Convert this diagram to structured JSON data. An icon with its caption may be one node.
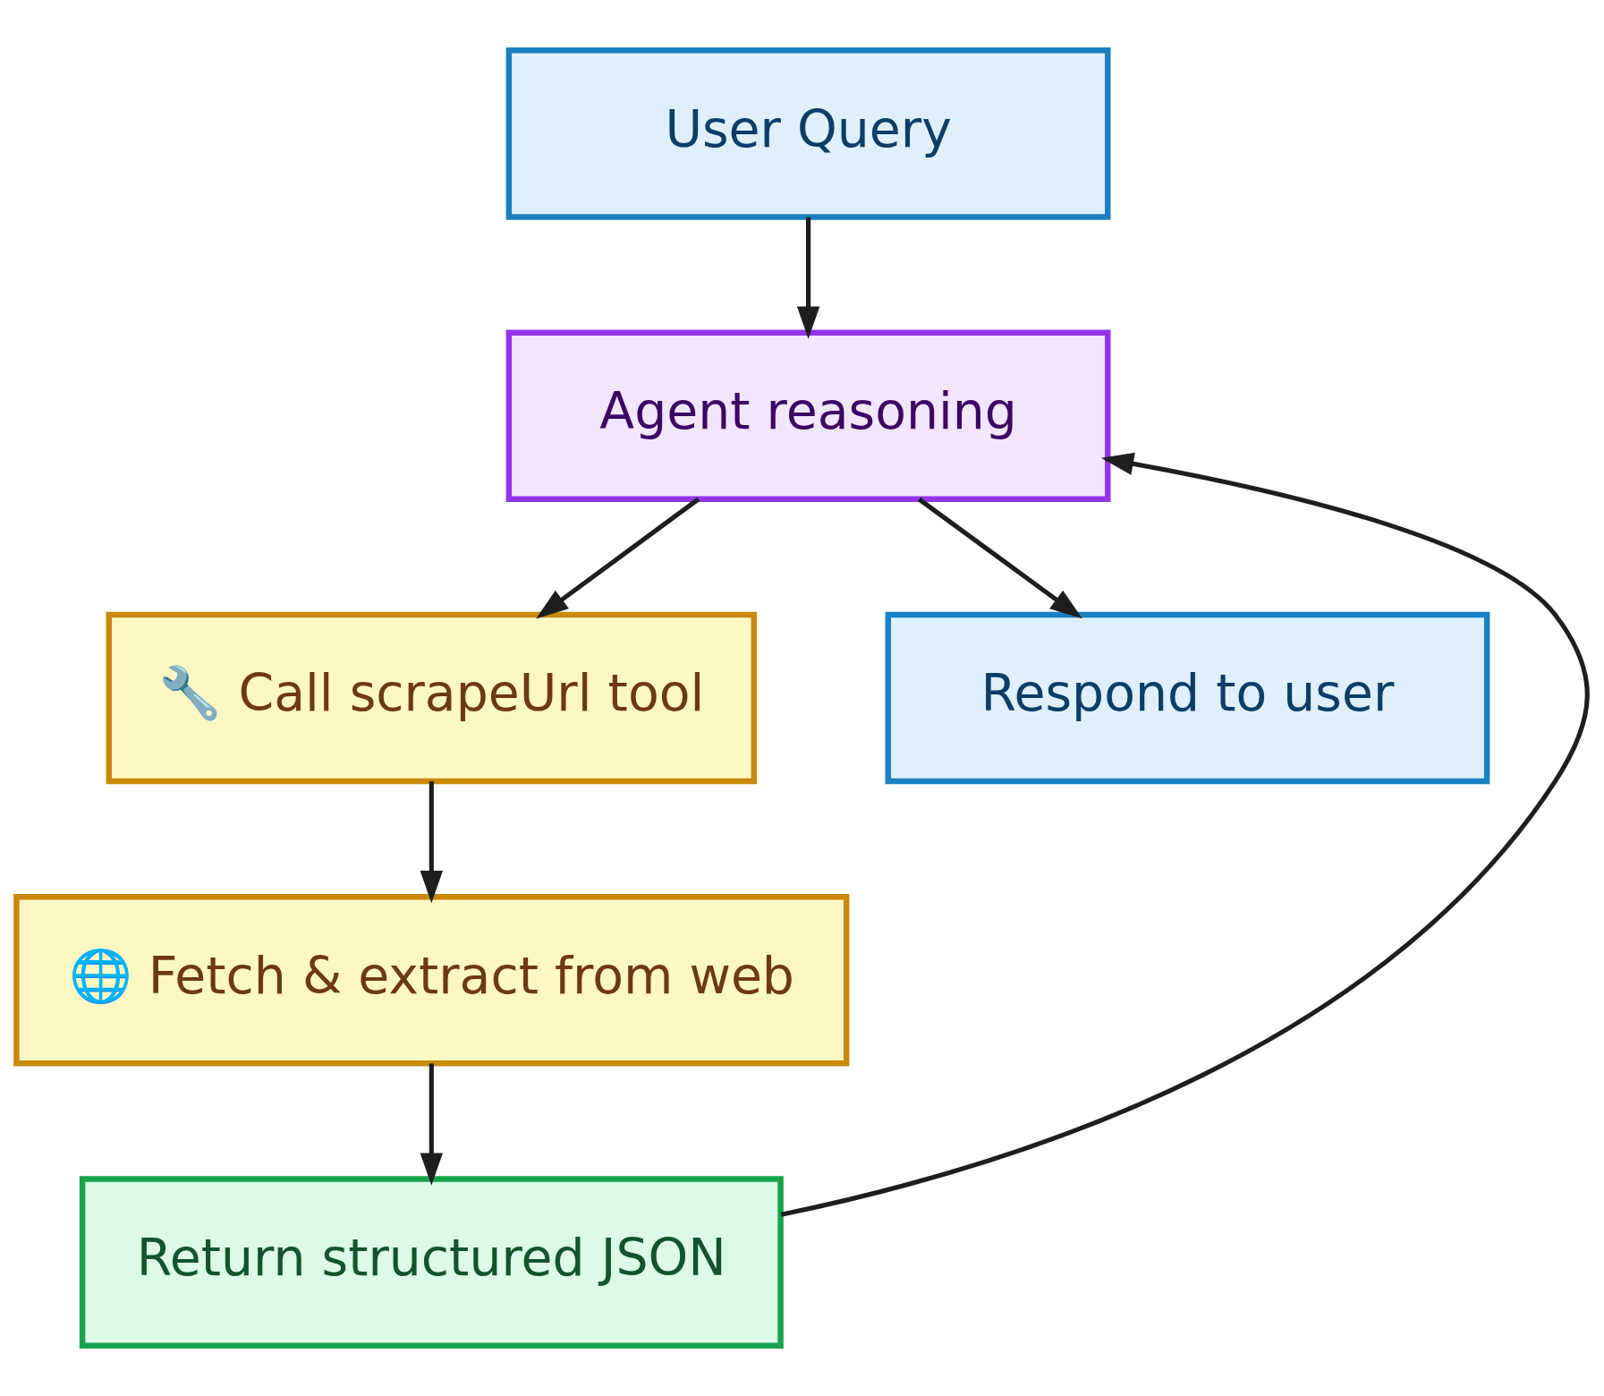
{
  "diagram": {
    "nodes": [
      {
        "text": [
          "User Query"
        ]
      },
      {
        "text": [
          "Agent reasoning"
        ]
      },
      {
        "text": [
          "🔧 Call scrapeUrl tool"
        ]
      },
      {
        "text": [
          "Respond to user"
        ]
      },
      {
        "text": [
          "🌐 Fetch & extract from web"
        ]
      },
      {
        "text": [
          "Return structured JSON"
        ]
      }
    ],
    "edges": [
      {
        "from": 0,
        "to": 1,
        "arrow": "to"
      },
      {
        "from": 1,
        "to": 2,
        "arrow": "to"
      },
      {
        "from": 1,
        "to": 3,
        "arrow": "to"
      },
      {
        "from": 2,
        "to": 4,
        "arrow": "to"
      },
      {
        "from": 4,
        "to": 5,
        "arrow": "to"
      },
      {
        "from": 5,
        "to": 1,
        "arrow": "to"
      }
    ]
  }
}
